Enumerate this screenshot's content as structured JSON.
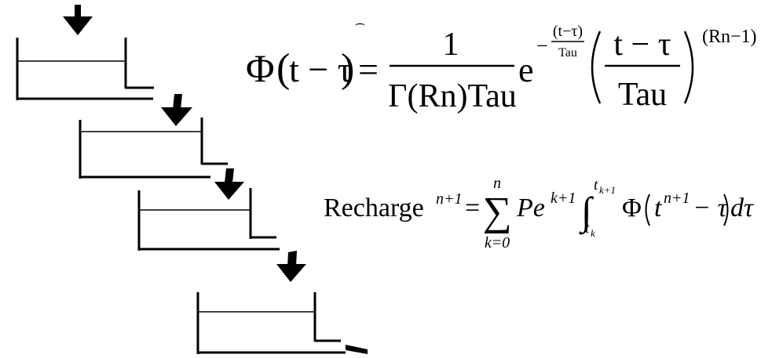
{
  "tanks": {
    "count": 4,
    "ink_color": "#000000"
  },
  "stray_mark": "͡",
  "equation_gamma": {
    "phi": "Φ",
    "lhs_args": "t − τ",
    "equals": "=",
    "numerator": "1",
    "denominator": "Γ(Rn)Tau",
    "base_e": "e",
    "exp_minus": "−",
    "exp_num": "(t−τ)",
    "exp_den": "Tau",
    "frac_num": "t − τ",
    "frac_den": "Tau",
    "power": "(Rn−1)"
  },
  "equation_recharge": {
    "lhs": "Recharge",
    "lhs_sup": "n+1",
    "equals": "=",
    "sum_symbol": "∑",
    "sum_upper": "n",
    "sum_lower": "k=0",
    "term": "Pe",
    "term_sup": "k+1",
    "int_symbol": "∫",
    "int_upper": "t",
    "int_upper_sub": "k+1",
    "int_lower": "t",
    "int_lower_sub": "k",
    "phi": "Φ",
    "arg_t": "t",
    "arg_sup": "n+1",
    "arg_rest": "− τ",
    "dtau": "dτ"
  }
}
